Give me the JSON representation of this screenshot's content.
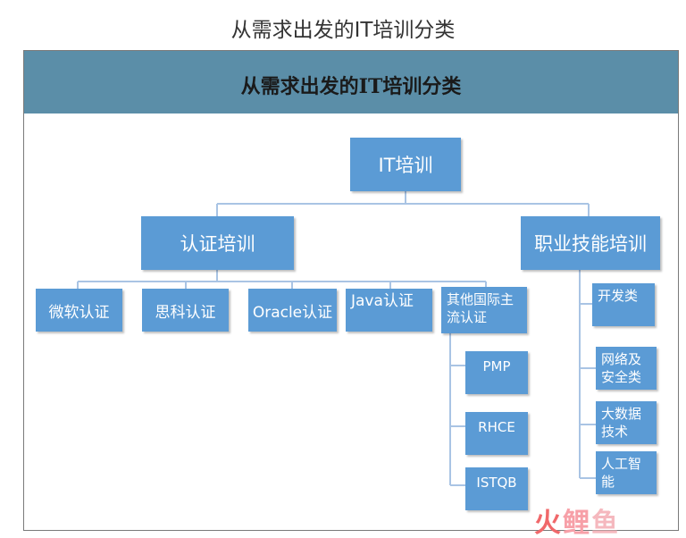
{
  "page_title": "从需求出发的IT培训分类",
  "banner_title": "从需求出发的IT培训分类",
  "root": {
    "label": "IT培训"
  },
  "branches": {
    "certification": {
      "label": "认证培训",
      "children": [
        "微软认证",
        "思科认证",
        "Oracle认证",
        "Java认证"
      ],
      "other": {
        "label": "其他国际主流认证",
        "children": [
          "PMP",
          "RHCE",
          "ISTQB"
        ]
      }
    },
    "vocational": {
      "label": "职业技能培训",
      "children": [
        "开发类",
        "网络及安全类",
        "大数据技术",
        "人工智能"
      ]
    }
  },
  "watermark": {
    "text": "火鲤鱼",
    "part1": "火",
    "part2": "鲤",
    "part3": "鱼"
  },
  "colors": {
    "banner": "#5b8ea8",
    "node": "#5b9bd5",
    "connector": "#a9c4e4"
  }
}
